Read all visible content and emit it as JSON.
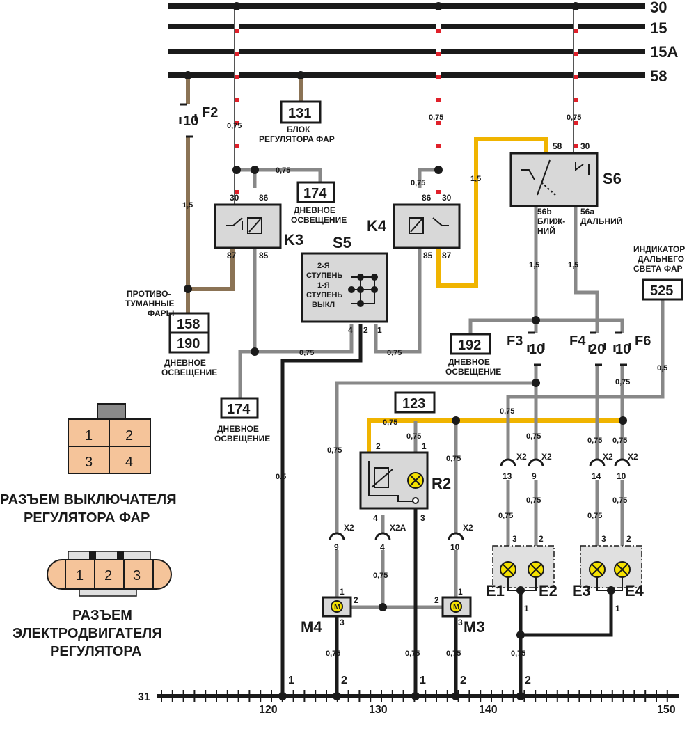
{
  "buses": [
    {
      "id": "bus-30",
      "label": "30"
    },
    {
      "id": "bus-15",
      "label": "15"
    },
    {
      "id": "bus-15a",
      "label": "15A"
    },
    {
      "id": "bus-58",
      "label": "58"
    }
  ],
  "ground_bus": {
    "label": "31",
    "ticks": [
      "120",
      "130",
      "140",
      "150"
    ]
  },
  "components": {
    "f2": {
      "label": "F2",
      "rating": "10"
    },
    "f3": {
      "label": "F3",
      "rating": "10"
    },
    "f4": {
      "label": "F4",
      "rating": "20"
    },
    "f6": {
      "label": "F6",
      "rating": "10"
    },
    "k3": {
      "label": "K3",
      "pins": [
        "30",
        "86",
        "87",
        "85"
      ]
    },
    "k4": {
      "label": "K4",
      "pins": [
        "86",
        "30",
        "85",
        "87"
      ]
    },
    "s5": {
      "label": "S5",
      "line1": "2-Я",
      "line2": "СТУПЕНЬ",
      "line3": "1-Я",
      "line4": "СТУПЕНЬ",
      "line5": "ВЫКЛ",
      "pins": [
        "4",
        "2",
        "1"
      ]
    },
    "s6": {
      "label": "S6",
      "pin58": "58",
      "pin30": "30",
      "pin56b": "56b",
      "near": "БЛИЖ-",
      "near2": "НИЙ",
      "pin56a": "56а",
      "far": "ДАЛЬНИЙ"
    },
    "r2": {
      "label": "R2",
      "pins": [
        "2",
        "1",
        "4",
        "3"
      ]
    },
    "m3": {
      "label": "M3",
      "pins": [
        "1",
        "2",
        "3"
      ]
    },
    "m4": {
      "label": "M4",
      "pins": [
        "1",
        "2",
        "3"
      ]
    },
    "e1": {
      "label": "E1"
    },
    "e2": {
      "label": "E2"
    },
    "e3": {
      "label": "E3"
    },
    "e4": {
      "label": "E4"
    }
  },
  "ref_boxes": {
    "b131": {
      "num": "131",
      "cap1": "БЛОК",
      "cap2": "РЕГУЛЯТОРА ФАР"
    },
    "b174a": {
      "num": "174",
      "cap1": "ДНЕВНОЕ",
      "cap2": "ОСВЕЩЕНИЕ"
    },
    "b158": {
      "num": "158"
    },
    "b190": {
      "num": "190",
      "cap1": "ДНЕВНОЕ",
      "cap2": "ОСВЕЩЕНИЕ"
    },
    "b174b": {
      "num": "174",
      "cap1": "ДНЕВНОЕ",
      "cap2": "ОСВЕЩЕНИЕ"
    },
    "b192": {
      "num": "192",
      "cap1": "ДНЕВНОЕ",
      "cap2": "ОСВЕЩЕНИЕ"
    },
    "b525": {
      "num": "525",
      "cap1": "ИНДИКАТОР",
      "cap2": "ДАЛЬНЕГО",
      "cap3": "СВЕТА ФАР"
    },
    "b123": {
      "num": "123"
    }
  },
  "fog_caption": {
    "line1": "ПРОТИВО-",
    "line2": "ТУМАННЫЕ",
    "line3": "ФАРЫ"
  },
  "wire_sizes": {
    "w075": "0,75",
    "w15": "1,5",
    "w05": "0,5"
  },
  "connectors": {
    "x2": "X2",
    "x2a": "X2A",
    "pins": {
      "p13": "13",
      "p9": "9",
      "p14": "14",
      "p10": "10",
      "p4": "4"
    }
  },
  "legend_switch": {
    "title1": "РАЗЪЕМ ВЫКЛЮЧАТЕЛЯ",
    "title2": "РЕГУЛЯТОРА ФАР",
    "pins": [
      "1",
      "2",
      "3",
      "4"
    ]
  },
  "legend_motor": {
    "title1": "РАЗЪЕМ",
    "title2": "ЭЛЕКТРОДВИГАТЕЛЯ",
    "title3": "РЕГУЛЯТОРА",
    "pins": [
      "1",
      "2",
      "3"
    ]
  },
  "ground_pins": {
    "one": "1",
    "two": "2"
  },
  "colors": {
    "black": "#1a1a1a",
    "brown": "#8b7355",
    "red": "#e0202a",
    "yellow": "#f0b400",
    "green": "#1aa050",
    "box_fill": "#d8d8d8",
    "legend_fill": "#f5c49a",
    "lamp": "#f5e100"
  }
}
